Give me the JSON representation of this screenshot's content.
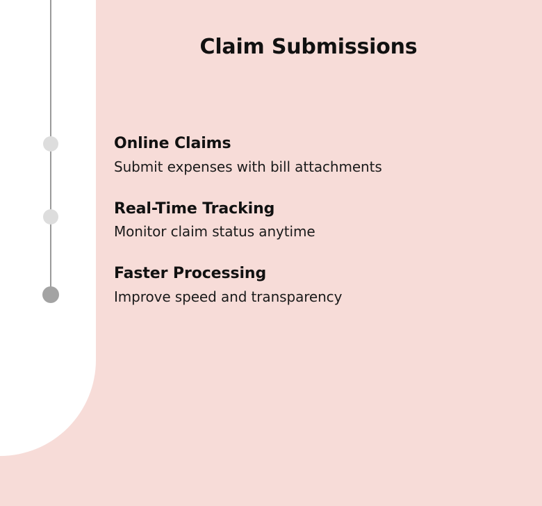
{
  "canvas": {
    "background_color": "#f7dcd8",
    "panel_color": "#ffffff"
  },
  "header": {
    "title": "Claim Submissions"
  },
  "timeline": {
    "line_color": "#9a9a9a",
    "dots": [
      {
        "name": "timeline-dot-1",
        "color": "#dddddd"
      },
      {
        "name": "timeline-dot-2",
        "color": "#dddddd"
      },
      {
        "name": "timeline-dot-3",
        "color": "#a3a3a3"
      }
    ]
  },
  "features": [
    {
      "title": "Online Claims",
      "description": "Submit expenses with bill attachments"
    },
    {
      "title": "Real-Time Tracking",
      "description": "Monitor claim status anytime"
    },
    {
      "title": "Faster Processing",
      "description": "Improve speed and transparency"
    }
  ]
}
